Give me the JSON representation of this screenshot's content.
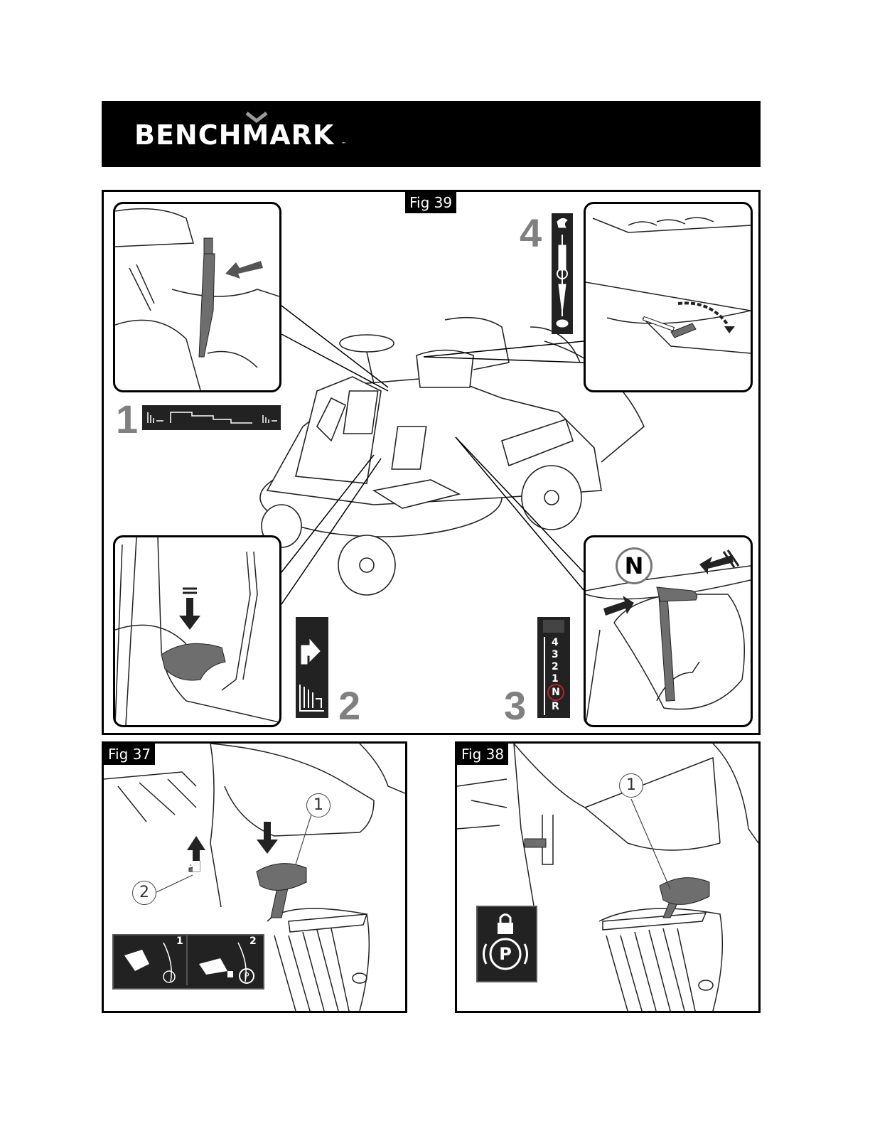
{
  "header": {
    "brand": "BENCHMARK",
    "trademark": "™"
  },
  "fig39": {
    "label": "Fig 39",
    "step_numbers": [
      "1",
      "2",
      "3",
      "4"
    ],
    "neutral_callout": "N",
    "gear_positions": [
      "4",
      "3",
      "2",
      "1",
      "N",
      "R"
    ]
  },
  "fig37": {
    "label": "Fig 37",
    "callouts": [
      "1",
      "2"
    ],
    "decal_numbers": [
      "1",
      "2"
    ],
    "decal_symbol": "P"
  },
  "fig38": {
    "label": "Fig 38",
    "callouts": [
      "1"
    ],
    "decal_symbol": "P"
  },
  "colors": {
    "header_bg": "#000000",
    "decal_bg": "#222222",
    "step_number": "#808080",
    "neutral_highlight": "#c0202c"
  },
  "icons": [
    "chevron-logo-icon",
    "arrow-icon",
    "rabbit-icon",
    "turtle-icon",
    "lock-icon",
    "parking-brake-icon",
    "cutting-height-icon",
    "pto-icon"
  ]
}
